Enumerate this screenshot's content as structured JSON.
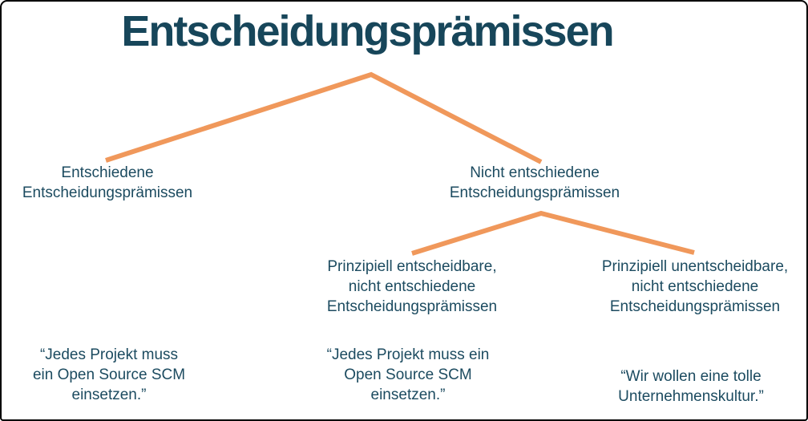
{
  "diagram": {
    "title": "Entscheidungsprämissen",
    "nodes": {
      "decided": {
        "lines": [
          "Entschiedene",
          "Entscheidungsprämissen"
        ]
      },
      "not_decided": {
        "lines": [
          "Nicht entschiedene",
          "Entscheidungsprämissen"
        ]
      },
      "decidable_not_decided": {
        "lines": [
          "Prinzipiell entscheidbare,",
          "nicht entschiedene",
          "Entscheidungsprämissen"
        ]
      },
      "undecidable_not_decided": {
        "lines": [
          "Prinzipiell unentscheidbare,",
          "nicht entschiedene",
          "Entscheidungsprämissen"
        ]
      }
    },
    "examples": {
      "decided": {
        "lines": [
          "“Jedes Projekt muss",
          "ein Open Source SCM",
          "einsetzen.”"
        ]
      },
      "decidable_not_decided": {
        "lines": [
          "“Jedes Projekt muss ein",
          "Open Source SCM",
          "einsetzen.”"
        ]
      },
      "undecidable_not_decided": {
        "lines": [
          "“Wir wollen eine tolle",
          "Unternehmenskultur.”"
        ]
      }
    },
    "colors": {
      "title_text": "#17465a",
      "node_text": "#1c4b60",
      "connector": "#f0985b",
      "border": "#000000",
      "background": "#ffffff"
    }
  }
}
